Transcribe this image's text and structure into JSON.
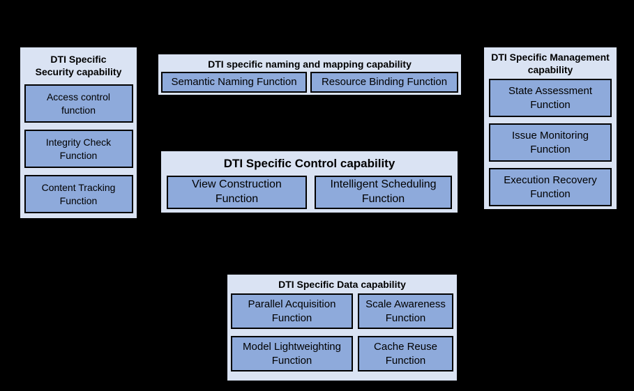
{
  "diagram": {
    "background": "#000000",
    "colors": {
      "group_fill": "#dae3f3",
      "function_fill": "#8eaadb",
      "border": "#000000",
      "text": "#000000"
    },
    "groups": {
      "security": {
        "title": "DTI Specific Security capability",
        "title_lines": [
          "DTI Specific",
          "Security capability"
        ],
        "functions": [
          {
            "name": "access-control",
            "lines": [
              "Access control",
              "function"
            ]
          },
          {
            "name": "integrity-check",
            "lines": [
              "Integrity Check",
              "Function"
            ]
          },
          {
            "name": "content-tracking",
            "lines": [
              "Content Tracking",
              "Function"
            ]
          }
        ]
      },
      "naming": {
        "title": "DTI specific naming and mapping capability",
        "title_lines": [
          "DTI specific naming and mapping capability"
        ],
        "functions": [
          {
            "name": "semantic-naming",
            "lines": [
              "Semantic Naming Function"
            ]
          },
          {
            "name": "resource-binding",
            "lines": [
              "Resource Binding Function"
            ]
          }
        ]
      },
      "control": {
        "title": "DTI Specific Control capability",
        "title_lines": [
          "DTI Specific Control capability"
        ],
        "functions": [
          {
            "name": "view-construction",
            "lines": [
              "View Construction",
              "Function"
            ]
          },
          {
            "name": "intelligent-scheduling",
            "lines": [
              "Intelligent Scheduling",
              "Function"
            ]
          }
        ]
      },
      "management": {
        "title": "DTI Specific Management capability",
        "title_lines": [
          "DTI Specific Management",
          "capability"
        ],
        "functions": [
          {
            "name": "state-assessment",
            "lines": [
              "State Assessment",
              "Function"
            ]
          },
          {
            "name": "issue-monitoring",
            "lines": [
              "Issue Monitoring",
              "Function"
            ]
          },
          {
            "name": "execution-recovery",
            "lines": [
              "Execution Recovery",
              "Function"
            ]
          }
        ]
      },
      "data": {
        "title": "DTI Specific Data capability",
        "title_lines": [
          "DTI Specific Data capability"
        ],
        "functions": [
          {
            "name": "parallel-acquisition",
            "lines": [
              "Parallel Acquisition",
              "Function"
            ]
          },
          {
            "name": "scale-awareness",
            "lines": [
              "Scale Awareness",
              "Function"
            ]
          },
          {
            "name": "model-lightweighting",
            "lines": [
              "Model Lightweighting",
              "Function"
            ]
          },
          {
            "name": "cache-reuse",
            "lines": [
              "Cache Reuse",
              "Function"
            ]
          }
        ]
      }
    }
  }
}
